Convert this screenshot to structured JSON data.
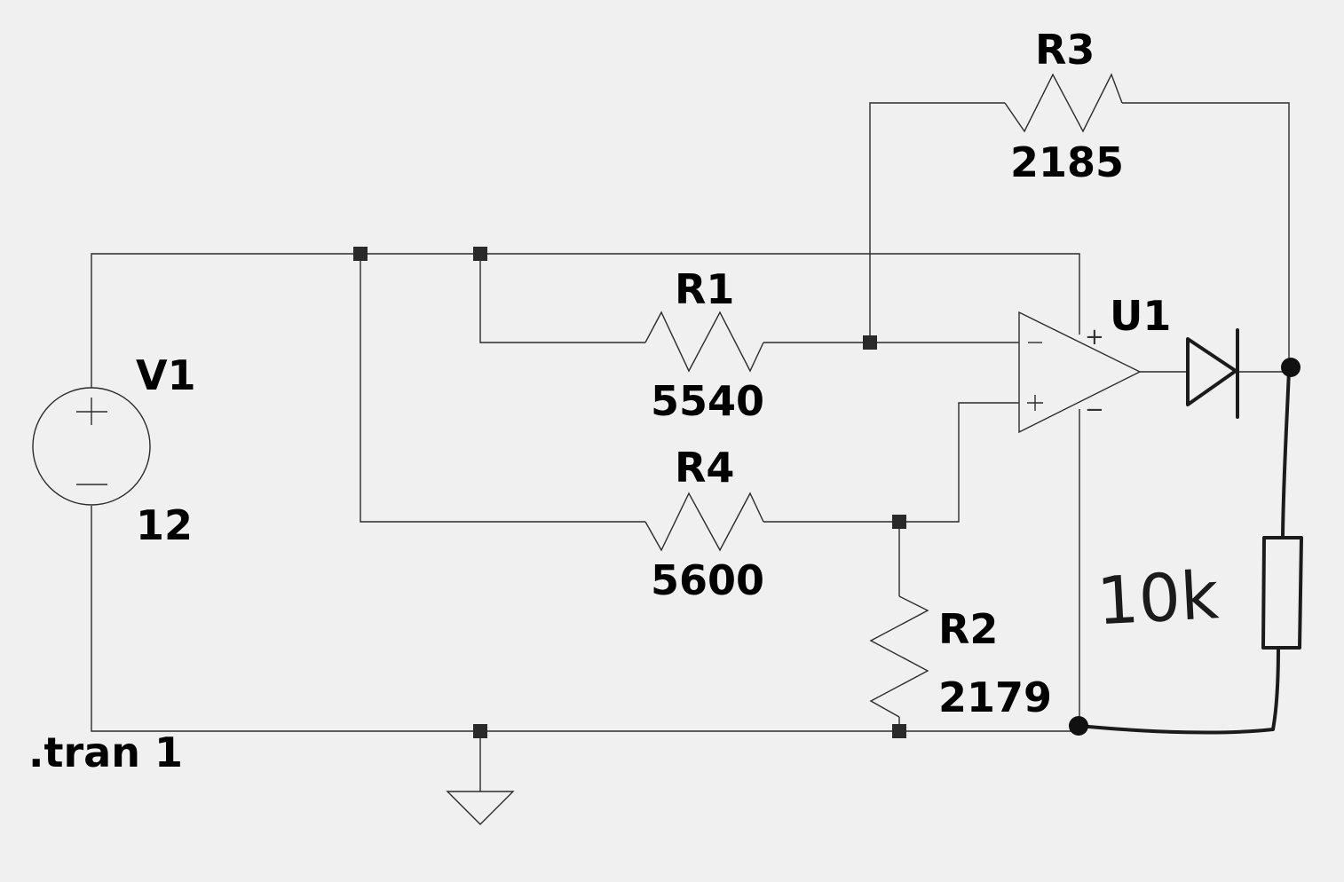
{
  "components": {
    "V1": {
      "name": "V1",
      "value": "12"
    },
    "R1": {
      "name": "R1",
      "value": "5540"
    },
    "R2": {
      "name": "R2",
      "value": "2179"
    },
    "R3": {
      "name": "R3",
      "value": "2185"
    },
    "R4": {
      "name": "R4",
      "value": "5600"
    },
    "U1": {
      "name": "U1"
    }
  },
  "directive": ".tran 1",
  "handwritten_load": {
    "value": "10k"
  },
  "colors": {
    "background": "#f0f0f0",
    "wire": "#2b2b2b",
    "text": "#000000"
  }
}
